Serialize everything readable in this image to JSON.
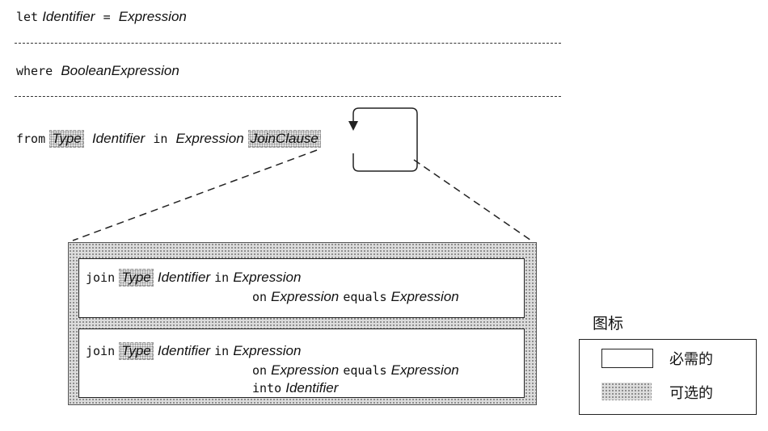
{
  "clauses": {
    "let": {
      "keyword": "let",
      "identifier": "Identifier",
      "equals": "=",
      "expression": "Expression"
    },
    "where": {
      "keyword": "where",
      "expression": "BooleanExpression"
    },
    "from": {
      "keyword": "from",
      "type": "Type",
      "identifier": "Identifier",
      "in": "in",
      "expression": "Expression",
      "join_clause": "JoinClause"
    }
  },
  "join_boxes": [
    {
      "join": "join",
      "type": "Type",
      "identifier": "Identifier",
      "in": "in",
      "expression": "Expression",
      "on": "on",
      "on_expression": "Expression",
      "equals": "equals",
      "equals_expression": "Expression"
    },
    {
      "join": "join",
      "type": "Type",
      "identifier": "Identifier",
      "in": "in",
      "expression": "Expression",
      "on": "on",
      "on_expression": "Expression",
      "equals": "equals",
      "equals_expression": "Expression",
      "into": "into",
      "into_identifier": "Identifier"
    }
  ],
  "legend": {
    "title": "图标",
    "required": "必需的",
    "optional": "可选的"
  }
}
